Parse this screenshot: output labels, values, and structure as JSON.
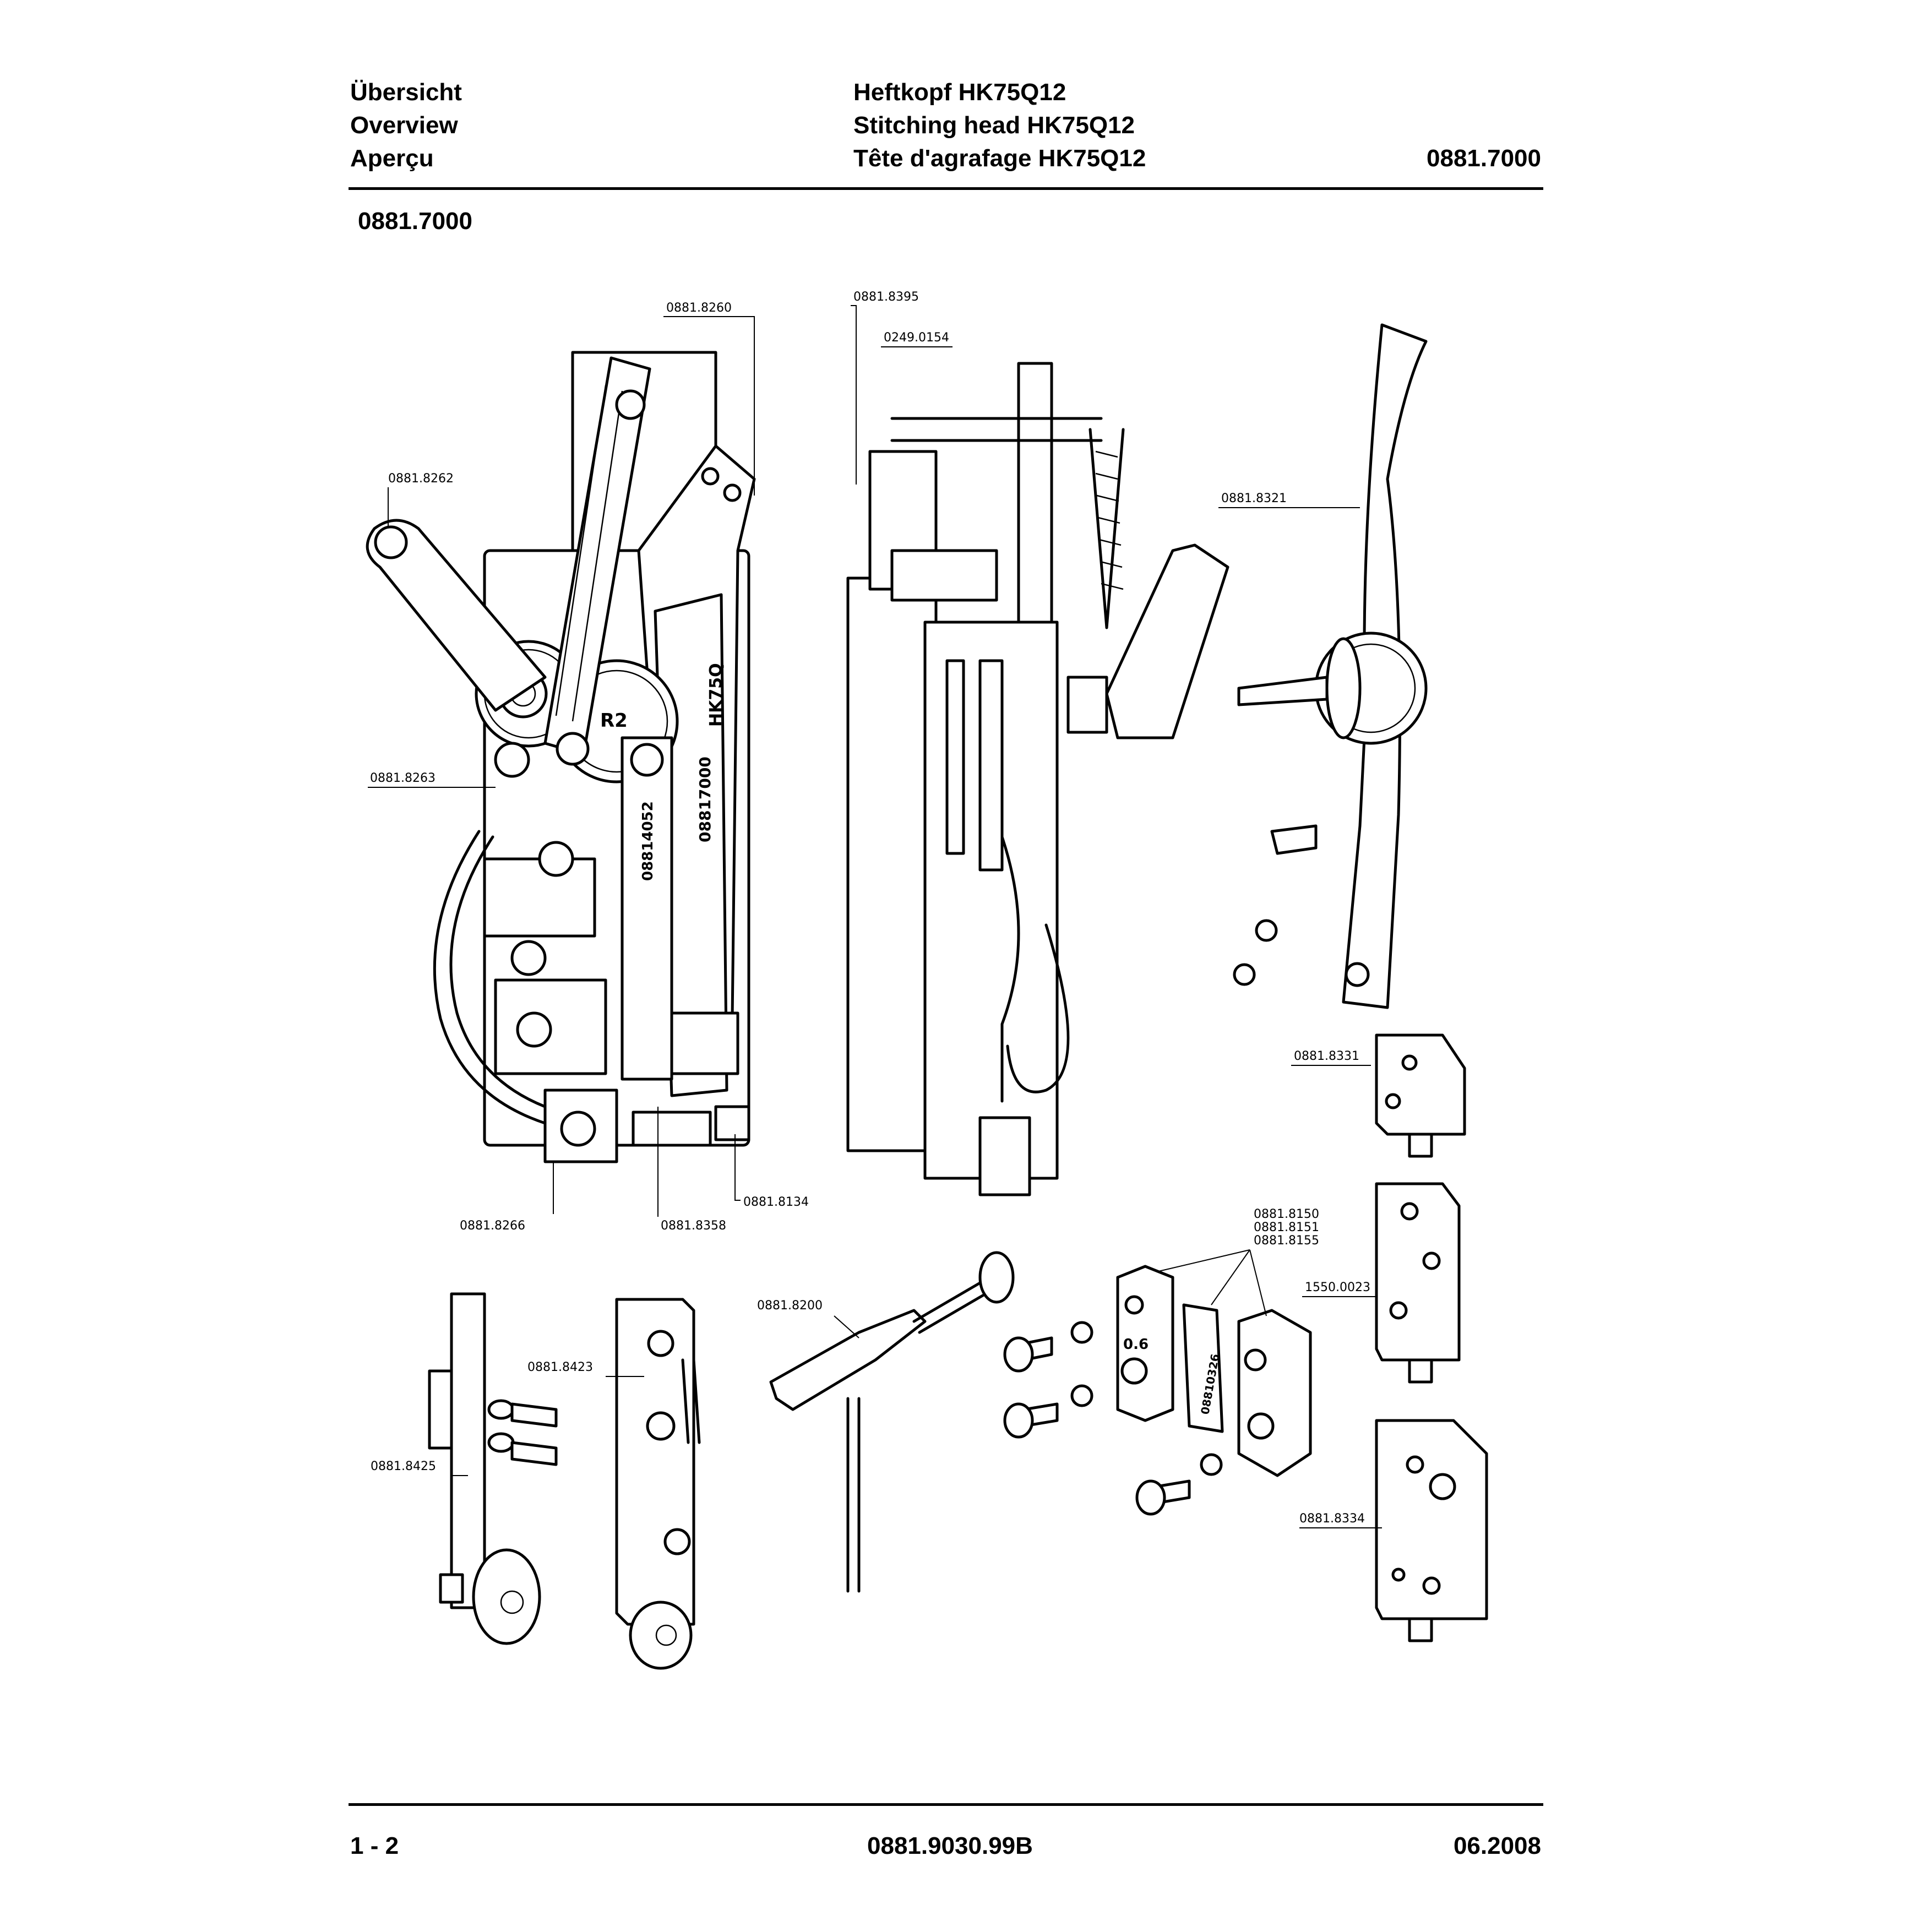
{
  "header": {
    "section_de": "Übersicht",
    "section_en": "Overview",
    "section_fr": "Aperçu",
    "title_de": "Heftkopf HK75Q12",
    "title_en": "Stitching head HK75Q12",
    "title_fr": "Tête d'agrafage HK75Q12",
    "part_number": "0881.7000"
  },
  "subheading": "0881.7000",
  "callouts": {
    "c8260": "0881.8260",
    "c8395": "0881.8395",
    "c0154": "0249.0154",
    "c8262": "0881.8262",
    "c8321": "0881.8321",
    "c8263": "0881.8263",
    "c8331": "0881.8331",
    "c8266": "0881.8266",
    "c8358": "0881.8358",
    "c8134": "0881.8134",
    "c8150": "0881.8150",
    "c8151": "0881.8151",
    "c8155": "0881.8155",
    "c0023": "1550.0023",
    "c8200": "0881.8200",
    "c8423": "0881.8423",
    "c8425": "0881.8425",
    "c8334": "0881.8334"
  },
  "part_markings": {
    "m1": "HK75Q",
    "m2": "08817000",
    "m3": "08814052",
    "m4": "R2",
    "m5": "0.6",
    "m6": "08810326"
  },
  "footer": {
    "page": "1 - 2",
    "doc_number": "0881.9030.99B",
    "date": "06.2008"
  }
}
